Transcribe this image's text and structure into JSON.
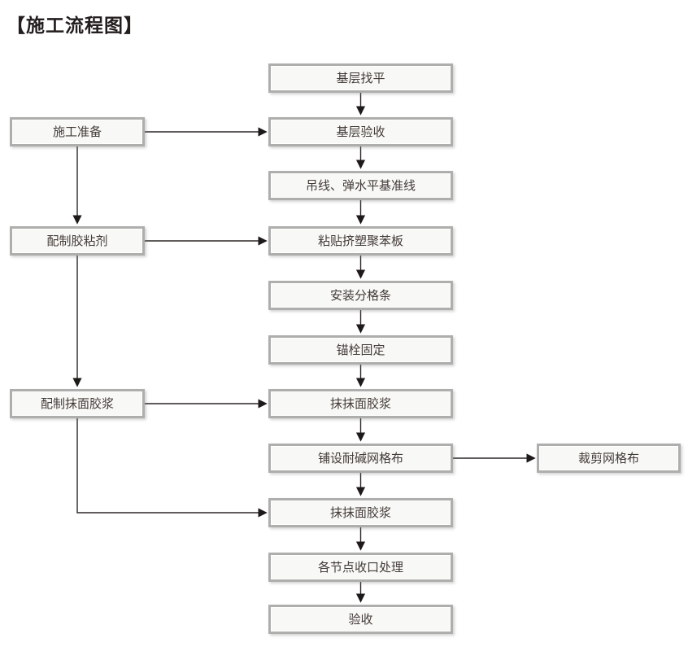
{
  "title": "【施工流程图】",
  "flowchart": {
    "main_flow": [
      "基层找平",
      "基层验收",
      "吊线、弹水平基准线",
      "粘贴挤塑聚苯板",
      "安装分格条",
      "锚栓固定",
      "抹抹面胶浆",
      "铺设耐碱网格布",
      "抹抹面胶浆",
      "各节点收口处理",
      "验收"
    ],
    "left_flow": [
      "施工准备",
      "配制胶粘剂",
      "配制抹面胶浆"
    ],
    "right_flow": [
      "裁剪网格布"
    ],
    "connections": [
      "基层找平 → 基层验收 → 吊线、弹水平基准线 → 粘贴挤塑聚苯板 → 安装分格条 → 锚栓固定 → 抹抹面胶浆 → 铺设耐碱网格布 → 抹抹面胶浆 → 各节点收口处理 → 验收",
      "施工准备 → 基层验收",
      "施工准备 → 配制胶粘剂",
      "配制胶粘剂 → 粘贴挤塑聚苯板",
      "配制胶粘剂 → 配制抹面胶浆",
      "配制抹面胶浆 → 抹抹面胶浆",
      "配制抹面胶浆 → 抹抹面胶浆(第二次)",
      "铺设耐碱网格布 → 裁剪网格布"
    ]
  },
  "colors": {
    "box_border": "#aeaead",
    "box_fill": "#f8f8f6",
    "box_text": "#433b38",
    "arrow": "#2b2726",
    "title_text": "#241f1e",
    "background": "#ffffff"
  }
}
